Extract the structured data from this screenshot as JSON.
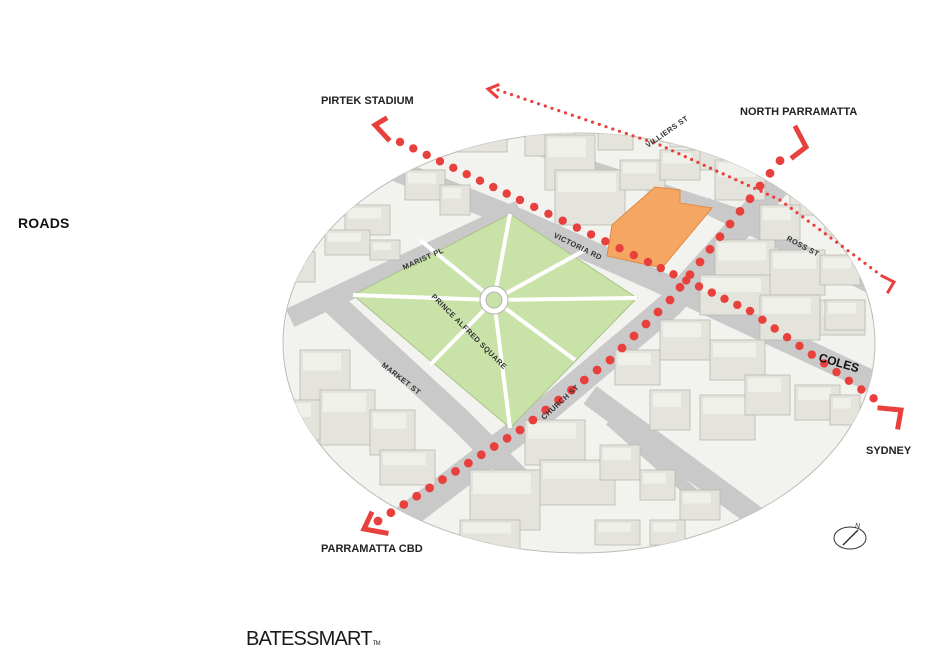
{
  "page": {
    "title": "ROADS"
  },
  "callouts": {
    "pirtek": "PIRTEK STADIUM",
    "north": "NORTH PARRAMATTA",
    "sydney": "SYDNEY",
    "cbd": "PARRAMATTA CBD"
  },
  "streets": {
    "marist": "MARIST PL",
    "victoria": "VICTORIA RD",
    "villiers": "VILLIERS ST",
    "ross": "ROSS ST",
    "market": "MARKET ST",
    "church": "CHURCH ST",
    "park": "PRINCE ALFRED SQUARE",
    "coles": "COLES"
  },
  "compass": {
    "north": "N"
  },
  "brand": {
    "part1": "BATES",
    "part2": "SMART",
    "tm": "TM"
  },
  "colors": {
    "road_dot": "#e8403d",
    "site": "#f6a663",
    "park": "#c9e2a7",
    "road": "#c9c9c9",
    "building": "#e4e4dc",
    "ground": "#f2f2ee"
  }
}
